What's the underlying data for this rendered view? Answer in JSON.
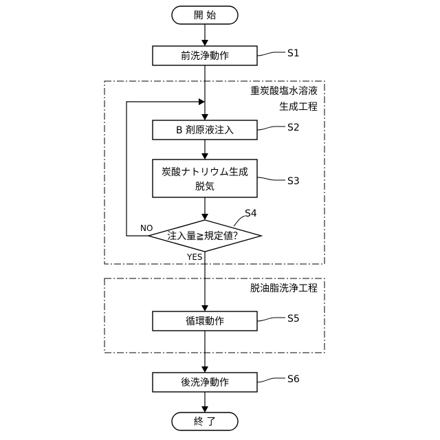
{
  "flow": {
    "start": "開 始",
    "pre_wash": "前洗浄動作",
    "agent_b_inject": "B 剤原液注入",
    "decarbonation_line1": "炭酸ナトリウム生成",
    "decarbonation_line2": "脱気",
    "decision": "注入量≧規定値？",
    "decision_no": "NO",
    "decision_yes": "YES",
    "circulation": "循環動作",
    "post_wash": "後洗浄動作",
    "end": "終 了"
  },
  "steps": {
    "s1": "S1",
    "s2": "S2",
    "s3": "S3",
    "s4": "S4",
    "s5": "S5",
    "s6": "S6"
  },
  "regions": {
    "bicarbonate_line1": "重炭酸塩水溶液",
    "bicarbonate_line2": "生成工程",
    "degrease": "脱油脂洗浄工程"
  }
}
